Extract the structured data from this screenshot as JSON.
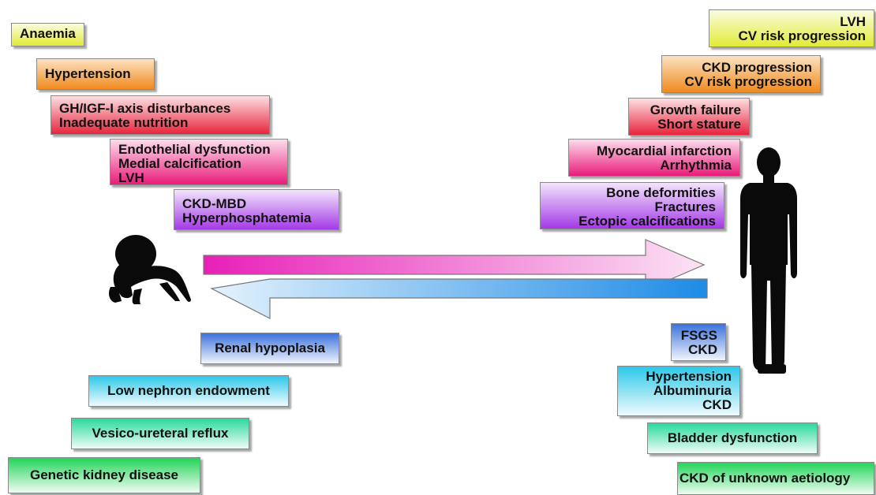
{
  "left_top_boxes": [
    {
      "lines": [
        "Anaemia"
      ]
    },
    {
      "lines": [
        "Hypertension"
      ]
    },
    {
      "lines": [
        "GH/IGF-I axis disturbances",
        "Inadequate nutrition"
      ]
    },
    {
      "lines": [
        "Endothelial dysfunction",
        "Medial calcification",
        "LVH"
      ]
    },
    {
      "lines": [
        "CKD-MBD",
        "Hyperphosphatemia"
      ]
    }
  ],
  "right_top_boxes": [
    {
      "lines": [
        "LVH",
        "CV risk progression"
      ]
    },
    {
      "lines": [
        "CKD progression",
        "CV risk progression"
      ]
    },
    {
      "lines": [
        "Growth failure",
        "Short stature"
      ]
    },
    {
      "lines": [
        "Myocardial infarction",
        "Arrhythmia"
      ]
    },
    {
      "lines": [
        "Bone deformities",
        "Fractures",
        "Ectopic calcifications"
      ]
    }
  ],
  "left_bottom_boxes": [
    {
      "lines": [
        "Renal hypoplasia"
      ]
    },
    {
      "lines": [
        "Low nephron endowment"
      ]
    },
    {
      "lines": [
        "Vesico-ureteral reflux"
      ]
    },
    {
      "lines": [
        "Genetic kidney disease"
      ]
    }
  ],
  "right_bottom_boxes": [
    {
      "lines": [
        "FSGS",
        "CKD"
      ]
    },
    {
      "lines": [
        "Hypertension",
        "Albuminuria",
        "CKD"
      ]
    },
    {
      "lines": [
        "Bladder dysfunction"
      ]
    },
    {
      "lines": [
        "CKD of unknown aetiology"
      ]
    }
  ],
  "colors": {
    "lime": "#eef26a",
    "orange": "#f2a33a",
    "red": "#ee5a6a",
    "magenta": "#ea3d8c",
    "purple": "#b65ae8",
    "blue": "#4f86e0",
    "cyan": "#3fd0ea",
    "teal": "#37dda6",
    "green": "#33d86a",
    "arrow_forward": "#e81fb8",
    "arrow_back": "#1e8be6"
  }
}
